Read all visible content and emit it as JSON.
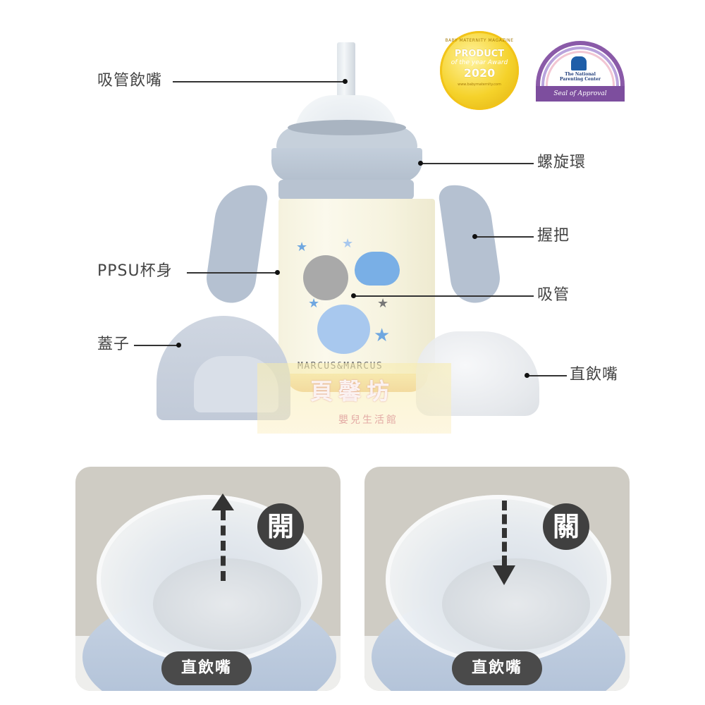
{
  "diagram": {
    "labels": {
      "straw_spout": "吸管飲嘴",
      "screw_ring": "螺旋環",
      "handle": "握把",
      "ppsu_body": "PPSU杯身",
      "straw": "吸管",
      "lid": "蓋子",
      "direct_spout": "直飲嘴"
    },
    "brand_text": "MARCUS&MARCUS",
    "watermark": {
      "main": "頁馨坊",
      "sub": "嬰兒生活館"
    }
  },
  "badges": {
    "award": {
      "arc_text": "BABY MATERNITY MAGAZINE",
      "line1": "PRODUCT",
      "line2": "of the year Award",
      "year": "2020",
      "url": "www.babymaternity.com"
    },
    "npc": {
      "name_line1": "The National",
      "name_line2": "Parenting Center",
      "seal": "Seal of Approval"
    }
  },
  "panels": [
    {
      "state": "開",
      "direction": "up",
      "caption": "直飲嘴"
    },
    {
      "state": "關",
      "direction": "down",
      "caption": "直飲嘴"
    }
  ],
  "colors": {
    "silicone_blue": "#b5c1d1",
    "badge_dark": "#404040",
    "award_gold": "#f5d22a",
    "npc_purple": "#7d4e9e"
  }
}
